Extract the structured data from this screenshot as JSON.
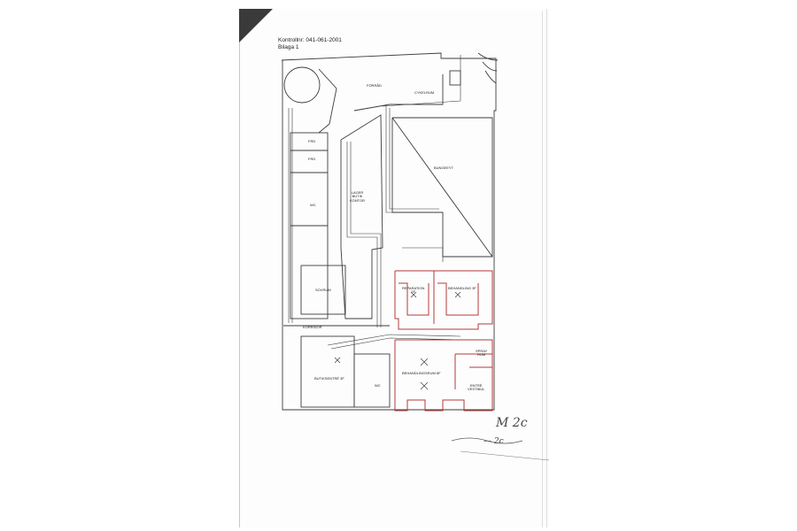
{
  "document": {
    "control_no": "Kontrollnr: 041-061-2001",
    "attachment": "Bilaga 1"
  },
  "rooms": {
    "forrad": "FÖRRÅD",
    "cykelrum": "CYKELRUM",
    "frd1": "FRD",
    "frd2": "FRD",
    "wc_left": "WC",
    "lager_butik_kontor": "LAGER\nBUTIK\nKONTOR",
    "bungeeyt": "BUNGEEYT",
    "sovrum": "SOVRUM",
    "korridor": "KORRIDOR",
    "butiksentrance": "BUTIKSENTRÉ 3F",
    "wc_bottom": "WC",
    "reparation": "REPARATION\n2F",
    "behandling": "BEHANDLING 3F",
    "spray": "SPRAY\nRUM",
    "behandlingsrum": "BEHANDLINGSRUM 6F",
    "entre_vestibul": "ENTRÉ\nVESTIBUL"
  },
  "annotations": {
    "handwriting_initials": "M 2c",
    "handwriting_bottom": "— 2c"
  },
  "colors": {
    "line": "#3c3c3c",
    "red_zone": "#b23a3a",
    "duct_fill": "#e9e9e9"
  }
}
